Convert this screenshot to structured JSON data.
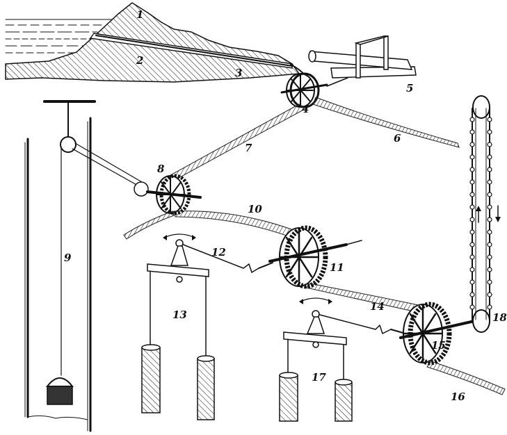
{
  "labels": {
    "n1": "1",
    "n2": "2",
    "n3": "3",
    "n4": "4",
    "n5": "5",
    "n6": "6",
    "n7": "7",
    "n8": "8",
    "n9": "9",
    "n10": "10",
    "n11": "11",
    "n12": "12",
    "n13": "13",
    "n14": "14",
    "n15": "15",
    "n16": "16",
    "n17": "17",
    "n18": "18"
  },
  "colors": {
    "ink": "#111111",
    "paper": "#ffffff",
    "weight": "#333333"
  }
}
